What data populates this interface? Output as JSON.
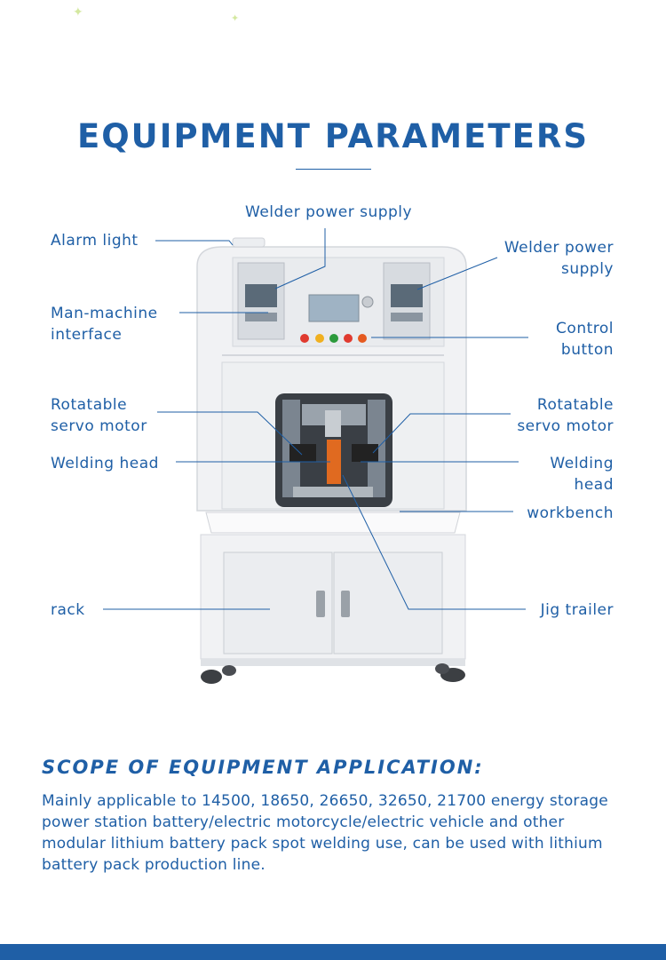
{
  "header": {
    "title": "EQUIPMENT PARAMETERS"
  },
  "labels": {
    "welder_power_supply_top": "Welder power supply",
    "alarm_light": "Alarm light",
    "welder_power_supply_right_1": "Welder power",
    "welder_power_supply_right_2": "supply",
    "man_machine_1": "Man-machine",
    "man_machine_2": "interface",
    "control_button_1": "Control",
    "control_button_2": "button",
    "servo_left_1": "Rotatable",
    "servo_left_2": "servo motor",
    "servo_right_1": "Rotatable",
    "servo_right_2": "servo motor",
    "welding_head_left": "Welding head",
    "welding_head_right_1": "Welding",
    "welding_head_right_2": "head",
    "workbench": "workbench",
    "rack": "rack",
    "jig_trailer": "Jig trailer"
  },
  "colors": {
    "brand_blue": "#1f5fa6",
    "machine_body": "#f1f2f4",
    "button_colors": [
      "#e03a2f",
      "#f0b020",
      "#2c9a3c",
      "#e03a2f",
      "#e55a20"
    ]
  },
  "scope": {
    "title": "SCOPE OF EQUIPMENT APPLICATION:",
    "text": "Mainly applicable to 14500, 18650, 26650, 32650, 21700 energy storage power station battery/electric motorcycle/electric vehicle and other modular lithium battery pack spot welding use, can be used with lithium battery pack production line."
  }
}
